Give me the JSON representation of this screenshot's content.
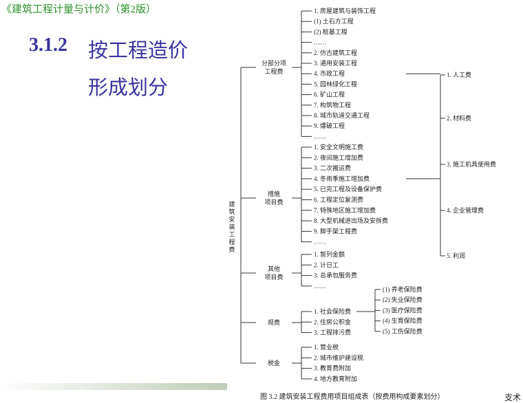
{
  "header": {
    "book_title": "《建筑工程计量与计价》（第2版）"
  },
  "section": {
    "number": "3.1.2",
    "title_line1": "按工程造价",
    "title_line2": "形成划分"
  },
  "diagram": {
    "root": "建筑安装工程费",
    "categories": [
      {
        "label_lines": [
          "分部分项",
          "工程费"
        ]
      },
      {
        "label_lines": [
          "措施",
          "项目费"
        ]
      },
      {
        "label_lines": [
          "其他",
          "项目费"
        ]
      },
      {
        "label_lines": [
          "规费"
        ]
      },
      {
        "label_lines": [
          "税金"
        ]
      }
    ],
    "fenbu_items": [
      "1. 房屋建筑与装饰工程",
      "(1) 土石方工程",
      "(2) 桩基工程",
      "……",
      "2. 仿古建筑工程",
      "3. 通用安装工程",
      "4. 市政工程",
      "5. 园林绿化工程",
      "6. 矿山工程",
      "7. 构筑物工程",
      "8. 城市轨道交通工程",
      "9. 爆破工程",
      "……"
    ],
    "cuoshi_items": [
      "1. 安全文明施工费",
      "2. 夜间施工增加费",
      "3. 二次搬运费",
      "4. 冬雨季施工增加费",
      "5. 已完工程及设备保护费",
      "6. 工程定位复测费",
      "7. 特殊地区施工增加费",
      "8. 大型机械进出场及安拆费",
      "9. 脚手架工程费",
      "……"
    ],
    "qita_items": [
      "1. 暂列金额",
      "2. 计日工",
      "3. 总承包服务费",
      "……"
    ],
    "guifei_items": [
      "1. 社会保险费",
      "2. 住房公积金",
      "3. 工程排污费"
    ],
    "shebao_items": [
      "(1) 养老保险费",
      "(2) 失业保险费",
      "(3) 医疗保险费",
      "(4) 生育保险费",
      "(5) 工伤保险费"
    ],
    "shuijin_items": [
      "1. 营业税",
      "2. 城市维护建设税",
      "3. 教育费附加",
      "4. 地方教育附加"
    ],
    "cost_elements": [
      "1. 人工费",
      "2. 材料费",
      "3. 施工机具使用费",
      "4. 企业管理费",
      "5. 利润"
    ],
    "caption": "图 3.2   建筑安装工程费用项目组成表（按费用构成要素划分）"
  },
  "clipped_text": "支术"
}
